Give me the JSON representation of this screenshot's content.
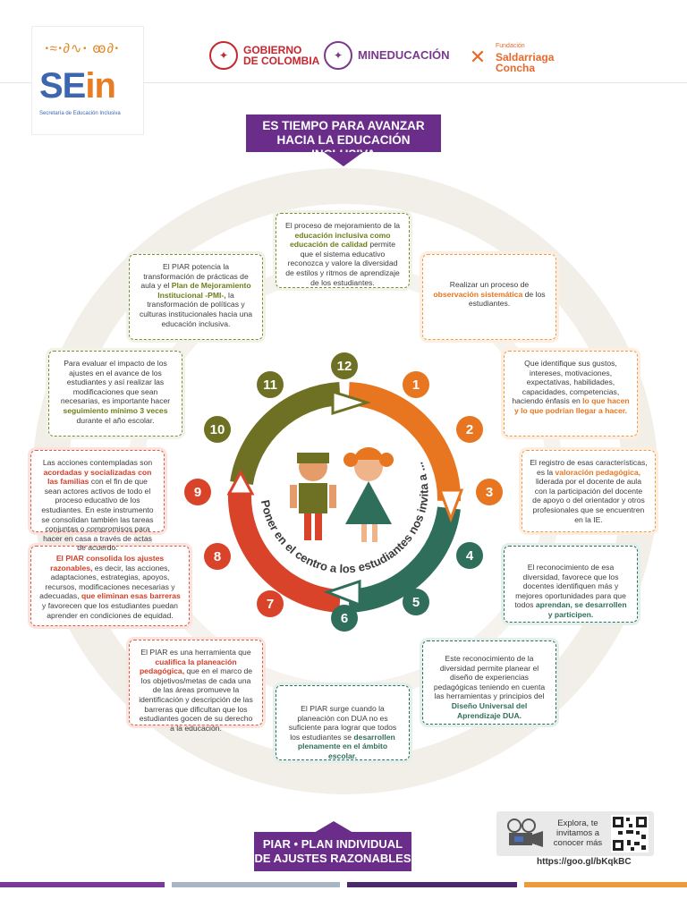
{
  "header": {
    "logo_squiggle": "ꞏ≈ꞏ∂∿ꞏ ꙭ∂ꞏ",
    "logo_text": "SE",
    "logo_text_accent": "in",
    "logo_sub": "Secretaría de Educación   Inclusiva",
    "gov_line1": "GOBIERNO",
    "gov_line2": "DE COLOMBIA",
    "min_label": "MINEDUCACIÓN",
    "fund_small": "Fundación",
    "fund_line1": "Saldarriaga",
    "fund_line2": "Concha"
  },
  "banner": {
    "line1": "ES TIEMPO PARA AVANZAR",
    "line2": "HACIA LA EDUCACIÓN INCLUSIVA"
  },
  "center_text": "Poner en el centro a los estudiantes nos invita a ...",
  "numbers": [
    "1",
    "2",
    "3",
    "4",
    "5",
    "6",
    "7",
    "8",
    "9",
    "10",
    "11",
    "12"
  ],
  "cards": {
    "c12": {
      "a": "El proceso de mejoramiento de la",
      "b": "educación inclusiva como educación de calidad",
      "c": "permite que el sistema educativo reconozca y valore la diversidad de estilos y ritmos de aprendizaje de los estudiantes."
    },
    "c1": {
      "a": "Realizar un proceso de",
      "b": "observación sistemática",
      "c": "de los estudiantes."
    },
    "c2": {
      "a": "Que identifique sus gustos, intereses, motivaciones, expectativas, habilidades, capacidades, competencias, haciendo énfasis en",
      "b": "lo que hacen y lo que podrían llegar a hacer."
    },
    "c3": {
      "a": "El registro de esas características, es la",
      "b": "valoración pedagógica,",
      "c": "liderada por el docente de aula con la participación del docente de apoyo o del orientador y otros profesionales que se encuentren en la IE."
    },
    "c4": {
      "a": "El reconocimiento de esa diversidad, favorece que los docentes identifiquen más y mejores oportunidades para que todos",
      "b": "aprendan, se desarrollen y participen."
    },
    "c5": {
      "a": "Este reconocimiento de la diversidad permite planear el diseño de experiencias pedagógicas teniendo en cuenta las herramientas y principios del",
      "b": "Diseño Universal del Aprendizaje DUA."
    },
    "c6": {
      "a": "El PIAR surge cuando la planeación con DUA no es suficiente para lograr que todos los estudiantes se",
      "b": "desarrollen plenamente en el ámbito escolar."
    },
    "c7": {
      "a": "El PIAR es una herramienta que",
      "b": "cualifica la planeación pedagógica,",
      "c": "que en el marco de los objetivos/metas de cada una de las áreas promueve la identificación y descripción de las barreras que dificultan que los estudiantes gocen de su derecho a la educación."
    },
    "c8": {
      "a": "El PIAR consolida los ajustes razonables,",
      "b": "es decir, las acciones, adaptaciones, estrategias, apoyos, recursos, modificaciones necesarias y adecuadas,",
      "c": "que eliminan esas barreras",
      "d": "y favorecen que los estudiantes puedan aprender en condiciones de equidad."
    },
    "c9": {
      "a": "Las acciones contempladas son",
      "b": "acordadas y socializadas con las familias",
      "c": "con el fin de que sean actores activos de todo el proceso educativo de los estudiantes. En este instrumento se consolidan también las tareas conjuntas o compromisos para hacer en casa a través de actas de acuerdo."
    },
    "c10": {
      "a": "Para evaluar el impacto de los ajustes en el avance de los estudiantes y así realizar las modificaciones que sean necesarias, es importante hacer",
      "b": "seguimiento mínimo 3 veces",
      "c": "durante el año escolar."
    },
    "c11": {
      "a": "El PIAR potencia la transformación de prácticas de aula y el",
      "b": "Plan de Mejoramiento Institucional -PMI-,",
      "c": "la transformación de políticas y culturas institucionales hacia una educación inclusiva."
    }
  },
  "bottom_banner": {
    "line1": "PIAR • PLAN INDIVIDUAL",
    "line2": "DE AJUSTES RAZONABLES"
  },
  "qr": {
    "text": "Explora, te invitamos a conocer más",
    "link": "https://goo.gl/bKqkBC"
  },
  "colors": {
    "purple": "#6a2e8a",
    "olive": "#6e7123",
    "orange": "#e8751f",
    "teal": "#2f6e5a",
    "red": "#d9432a"
  }
}
